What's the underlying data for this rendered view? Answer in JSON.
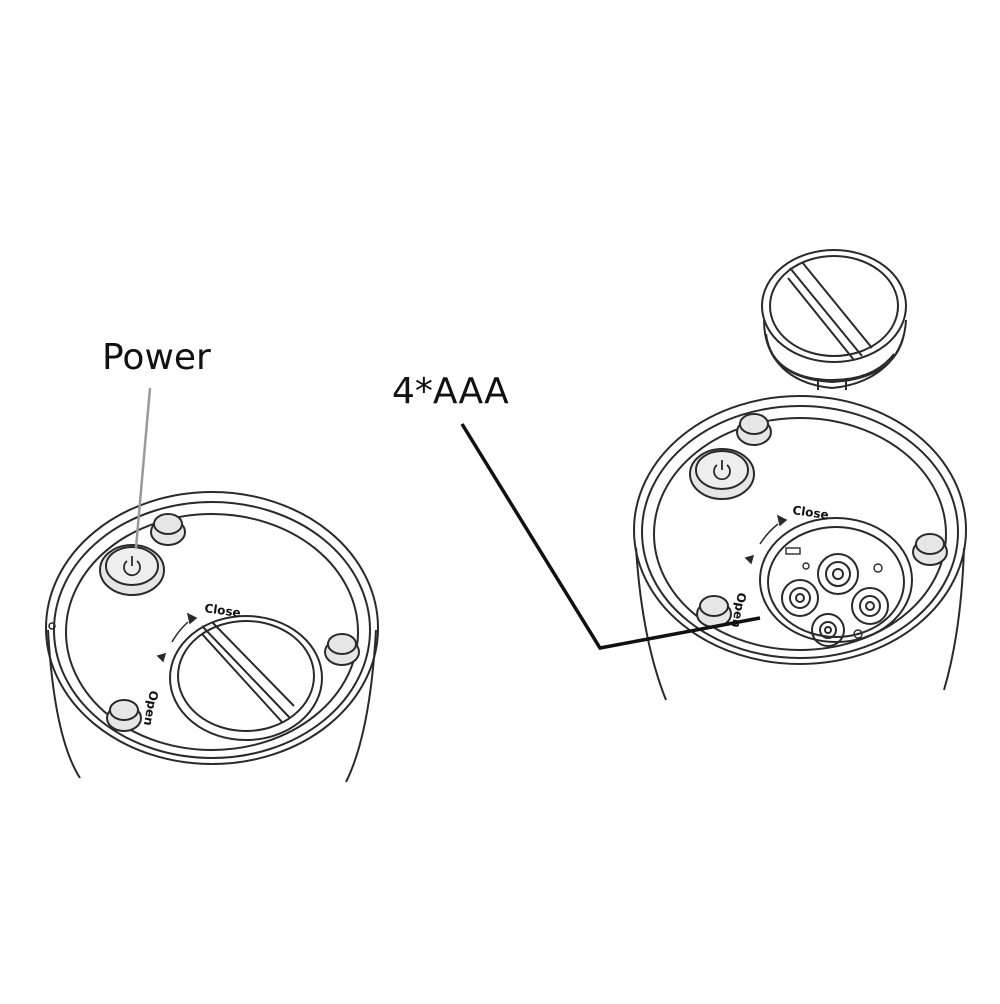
{
  "labels": {
    "power": "Power",
    "battery": "4*AAA"
  },
  "dial": {
    "open": "Open",
    "close": "Close"
  },
  "icons": {
    "power_button": "power-symbol-icon"
  },
  "colors": {
    "ink": "#111111",
    "stroke": "#2a2a2a",
    "leader_power": "#9a9a9a",
    "fill_button": "#e6e6e6",
    "background": "#ffffff"
  }
}
